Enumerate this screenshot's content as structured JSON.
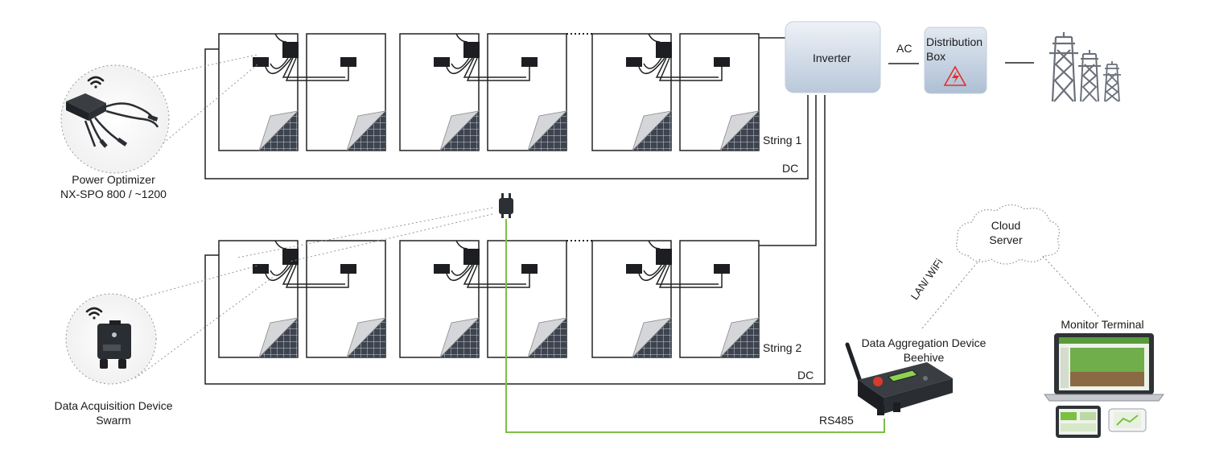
{
  "inverter": {
    "label": "Inverter"
  },
  "ac_label": "AC",
  "distribution_box": {
    "line1": "Distribution",
    "line2": "Box"
  },
  "strings": [
    {
      "label": "String 1",
      "dc_label": "DC"
    },
    {
      "label": "String 2",
      "dc_label": "DC"
    }
  ],
  "power_optimizer": {
    "line1": "Power Optimizer",
    "line2": "NX-SPO 800 / ~1200"
  },
  "data_acquisition": {
    "line1": "Data Acquisition Device",
    "line2": "Swarm"
  },
  "cloud": {
    "line1": "Cloud",
    "line2": "Server"
  },
  "lan_wifi_label": "LAN/ WiFi",
  "data_aggregation": {
    "line1": "Data Aggregation Device",
    "line2": "Beehive"
  },
  "rs485_label": "RS485",
  "monitor_terminal": {
    "label": "Monitor Terminal"
  },
  "colors": {
    "rs485_line": "#7cc043",
    "inverter_fill": "#dbe4ee",
    "dist_box_fill": "#c9d6e6",
    "warning_red": "#e0302a",
    "panel_cells": "#3d4450"
  },
  "icons": [
    "wifi-icon",
    "warning-icon",
    "transmission-tower-icon",
    "cloud-icon",
    "antenna-icon"
  ]
}
